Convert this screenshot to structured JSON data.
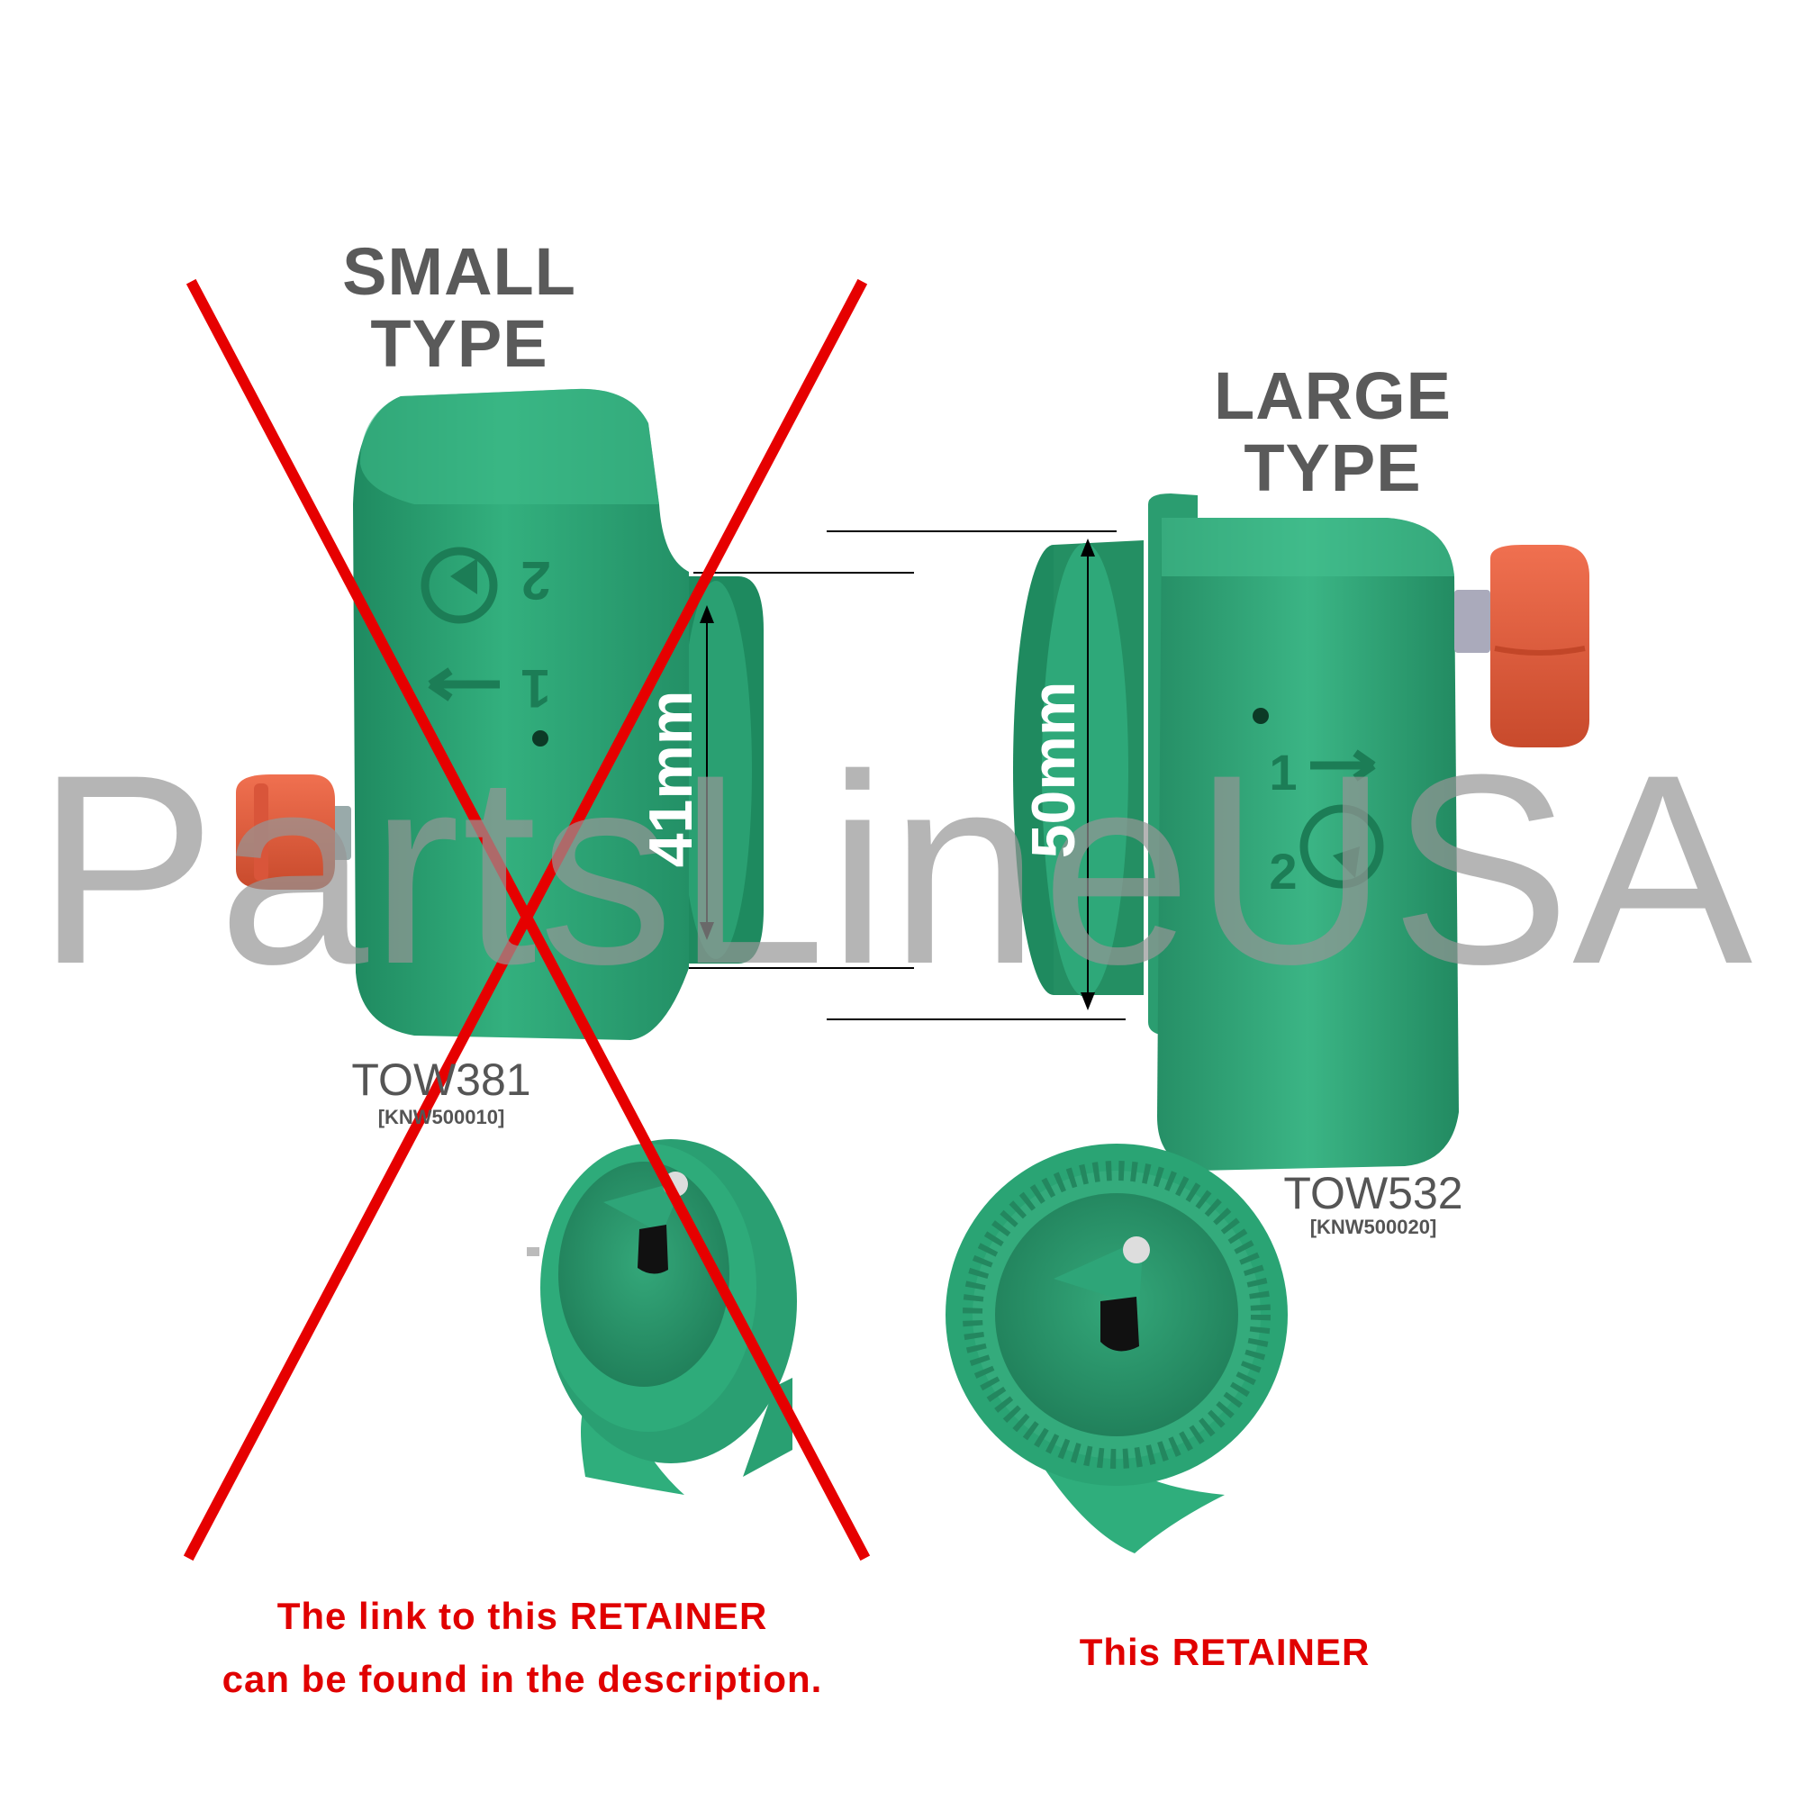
{
  "small": {
    "title_line1": "SMALL",
    "title_line2": "TYPE",
    "diameter": "41mm",
    "model": "TOW381",
    "code": "[KNW500010]",
    "arrow_numbers": [
      "2",
      "1"
    ]
  },
  "large": {
    "title_line1": "LARGE",
    "title_line2": "TYPE",
    "diameter": "50mm",
    "model": "TOW532",
    "code": "[KNW500020]",
    "arrow_numbers": [
      "1",
      "2"
    ]
  },
  "notes": {
    "left_line1": "The link to this RETAINER",
    "left_line2": "can be found in the description.",
    "right": "This RETAINER"
  },
  "watermark": "PartsLineUSA",
  "colors": {
    "body_green": "#2ea879",
    "knob_orange": "#e85d3a",
    "cross_red": "#e60000",
    "title_gray": "#5a5a5a"
  }
}
